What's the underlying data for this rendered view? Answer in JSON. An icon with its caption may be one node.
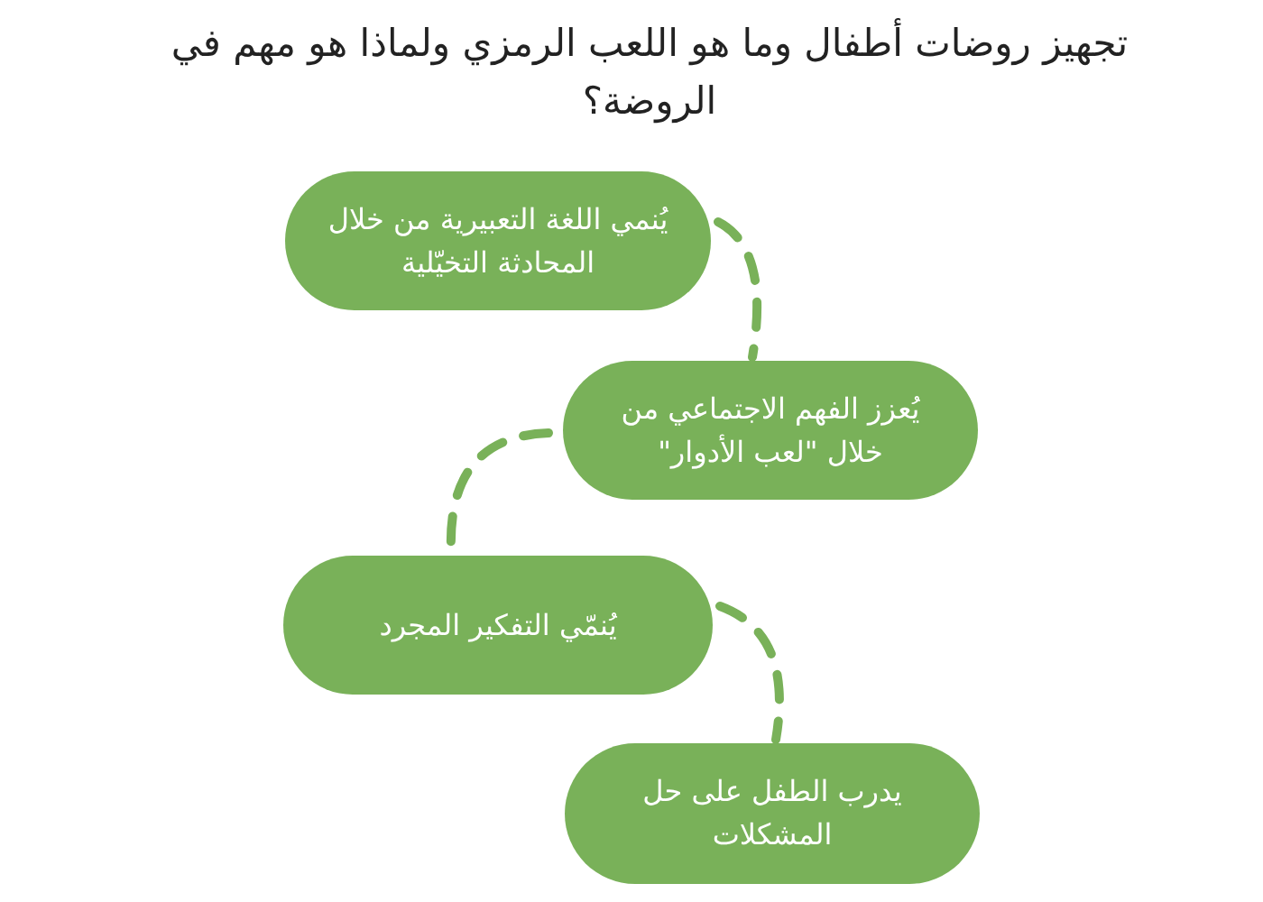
{
  "diagram": {
    "title": "تجهيز روضات أطفال وما هو اللعب الرمزي ولماذا هو مهم في الروضة؟",
    "nodes": [
      {
        "text": [
          "يُنمي اللغة التعبيرية من خلال المحادثة التخيّلية"
        ]
      },
      {
        "text": [
          "يُعزز الفهم الاجتماعي من خلال \"لعب الأدوار\""
        ]
      },
      {
        "text": [
          "يُنمّي التفكير المجرد"
        ]
      },
      {
        "text": [
          "يدرب الطفل على حل المشكلات"
        ]
      }
    ],
    "edges": [
      {
        "from": 0,
        "to": 1,
        "arrow": "none",
        "style": "dashed"
      },
      {
        "from": 1,
        "to": 2,
        "arrow": "none",
        "style": "dashed"
      },
      {
        "from": 2,
        "to": 3,
        "arrow": "none",
        "style": "dashed"
      }
    ]
  }
}
